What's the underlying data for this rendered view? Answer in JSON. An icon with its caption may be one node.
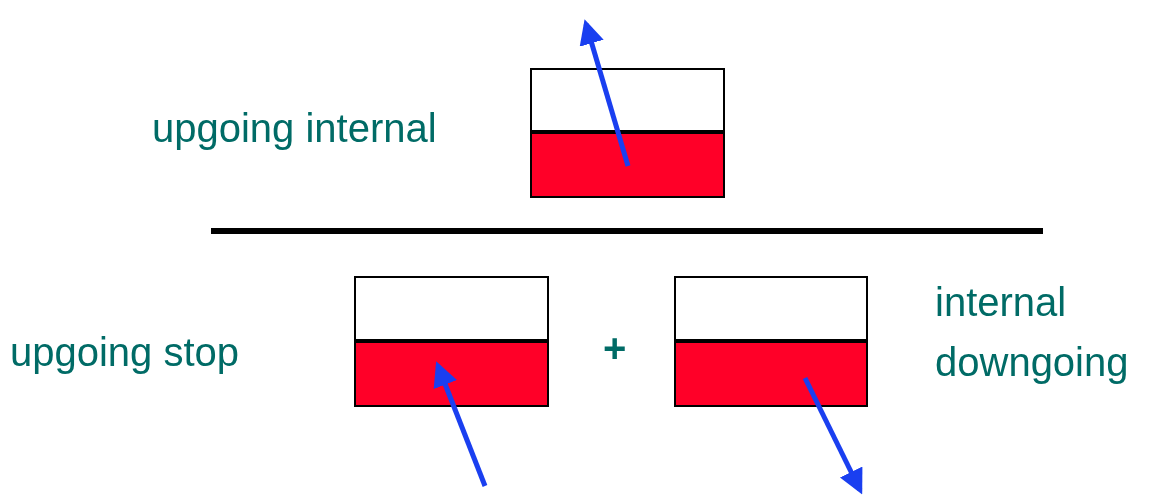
{
  "diagram": {
    "labels": [
      "upgoing internal",
      "upgoing stop",
      "+",
      "internal downgoing"
    ]
  }
}
